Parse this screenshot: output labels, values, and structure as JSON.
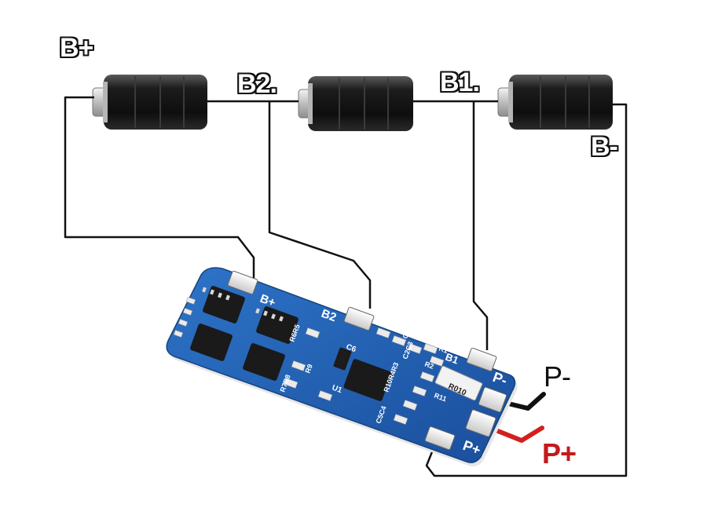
{
  "labels": {
    "b_plus": "B+",
    "b2": "B2.",
    "b1": "B1.",
    "b_minus": "B-",
    "p_minus": "P-",
    "p_plus": "P+"
  },
  "board": {
    "silk_b_plus": "B+",
    "silk_b2": "B2",
    "silk_b1": "B1",
    "silk_p_minus": "P-",
    "silk_p_plus": "P+",
    "shunt": "R010",
    "silk_u1": "U1",
    "silk_c6": "C6",
    "silk_r11": "R11",
    "silk_r10r4r3": "R10R4R3",
    "silk_c5c4": "C5C4",
    "silk_r6r5": "R6R5",
    "silk_c2c3": "C2C3",
    "silk_r7r8": "R7R8",
    "silk_r9": "R9",
    "silk_r1": "R1",
    "silk_c1": "C1",
    "silk_r2": "R2"
  },
  "colors": {
    "board_blue": "#1f5fb4",
    "wire": "#111111",
    "p_plus_wire": "#d31f1f",
    "cell_body": "#141414"
  }
}
